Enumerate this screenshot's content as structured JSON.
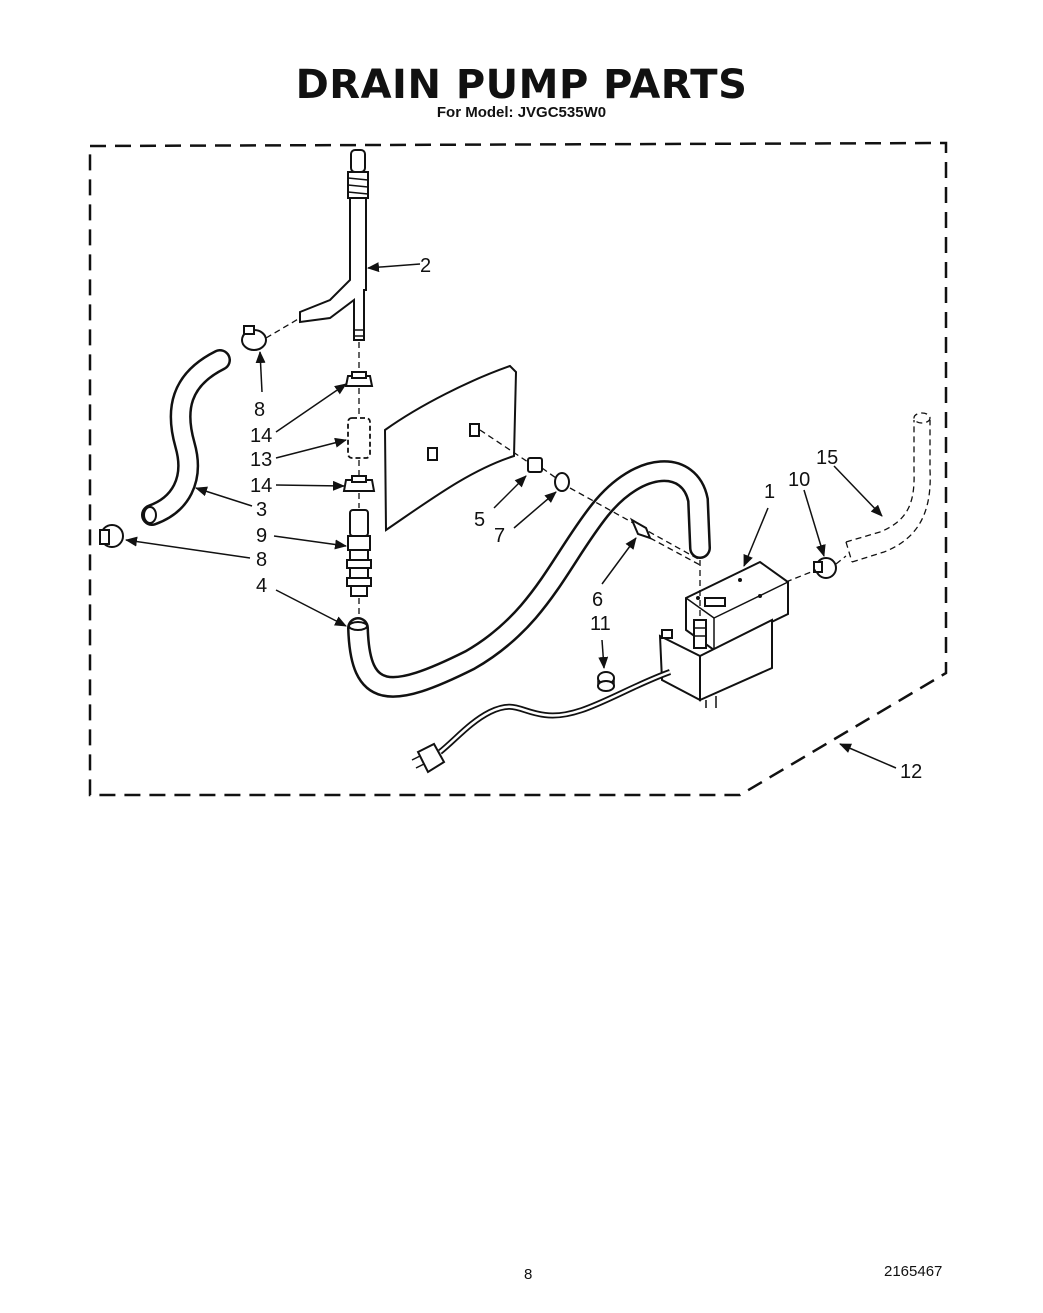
{
  "title": "DRAIN PUMP PARTS",
  "subtitle": "For Model: JVGC535W0",
  "callouts": {
    "c1": "1",
    "c2": "2",
    "c3": "3",
    "c4": "4",
    "c5": "5",
    "c6": "6",
    "c7": "7",
    "c8a": "8",
    "c8b": "8",
    "c9": "9",
    "c10": "10",
    "c11": "11",
    "c12": "12",
    "c13": "13",
    "c14a": "14",
    "c14b": "14",
    "c15": "15"
  },
  "footer": {
    "page_number": "8",
    "doc_number": "2165467"
  }
}
